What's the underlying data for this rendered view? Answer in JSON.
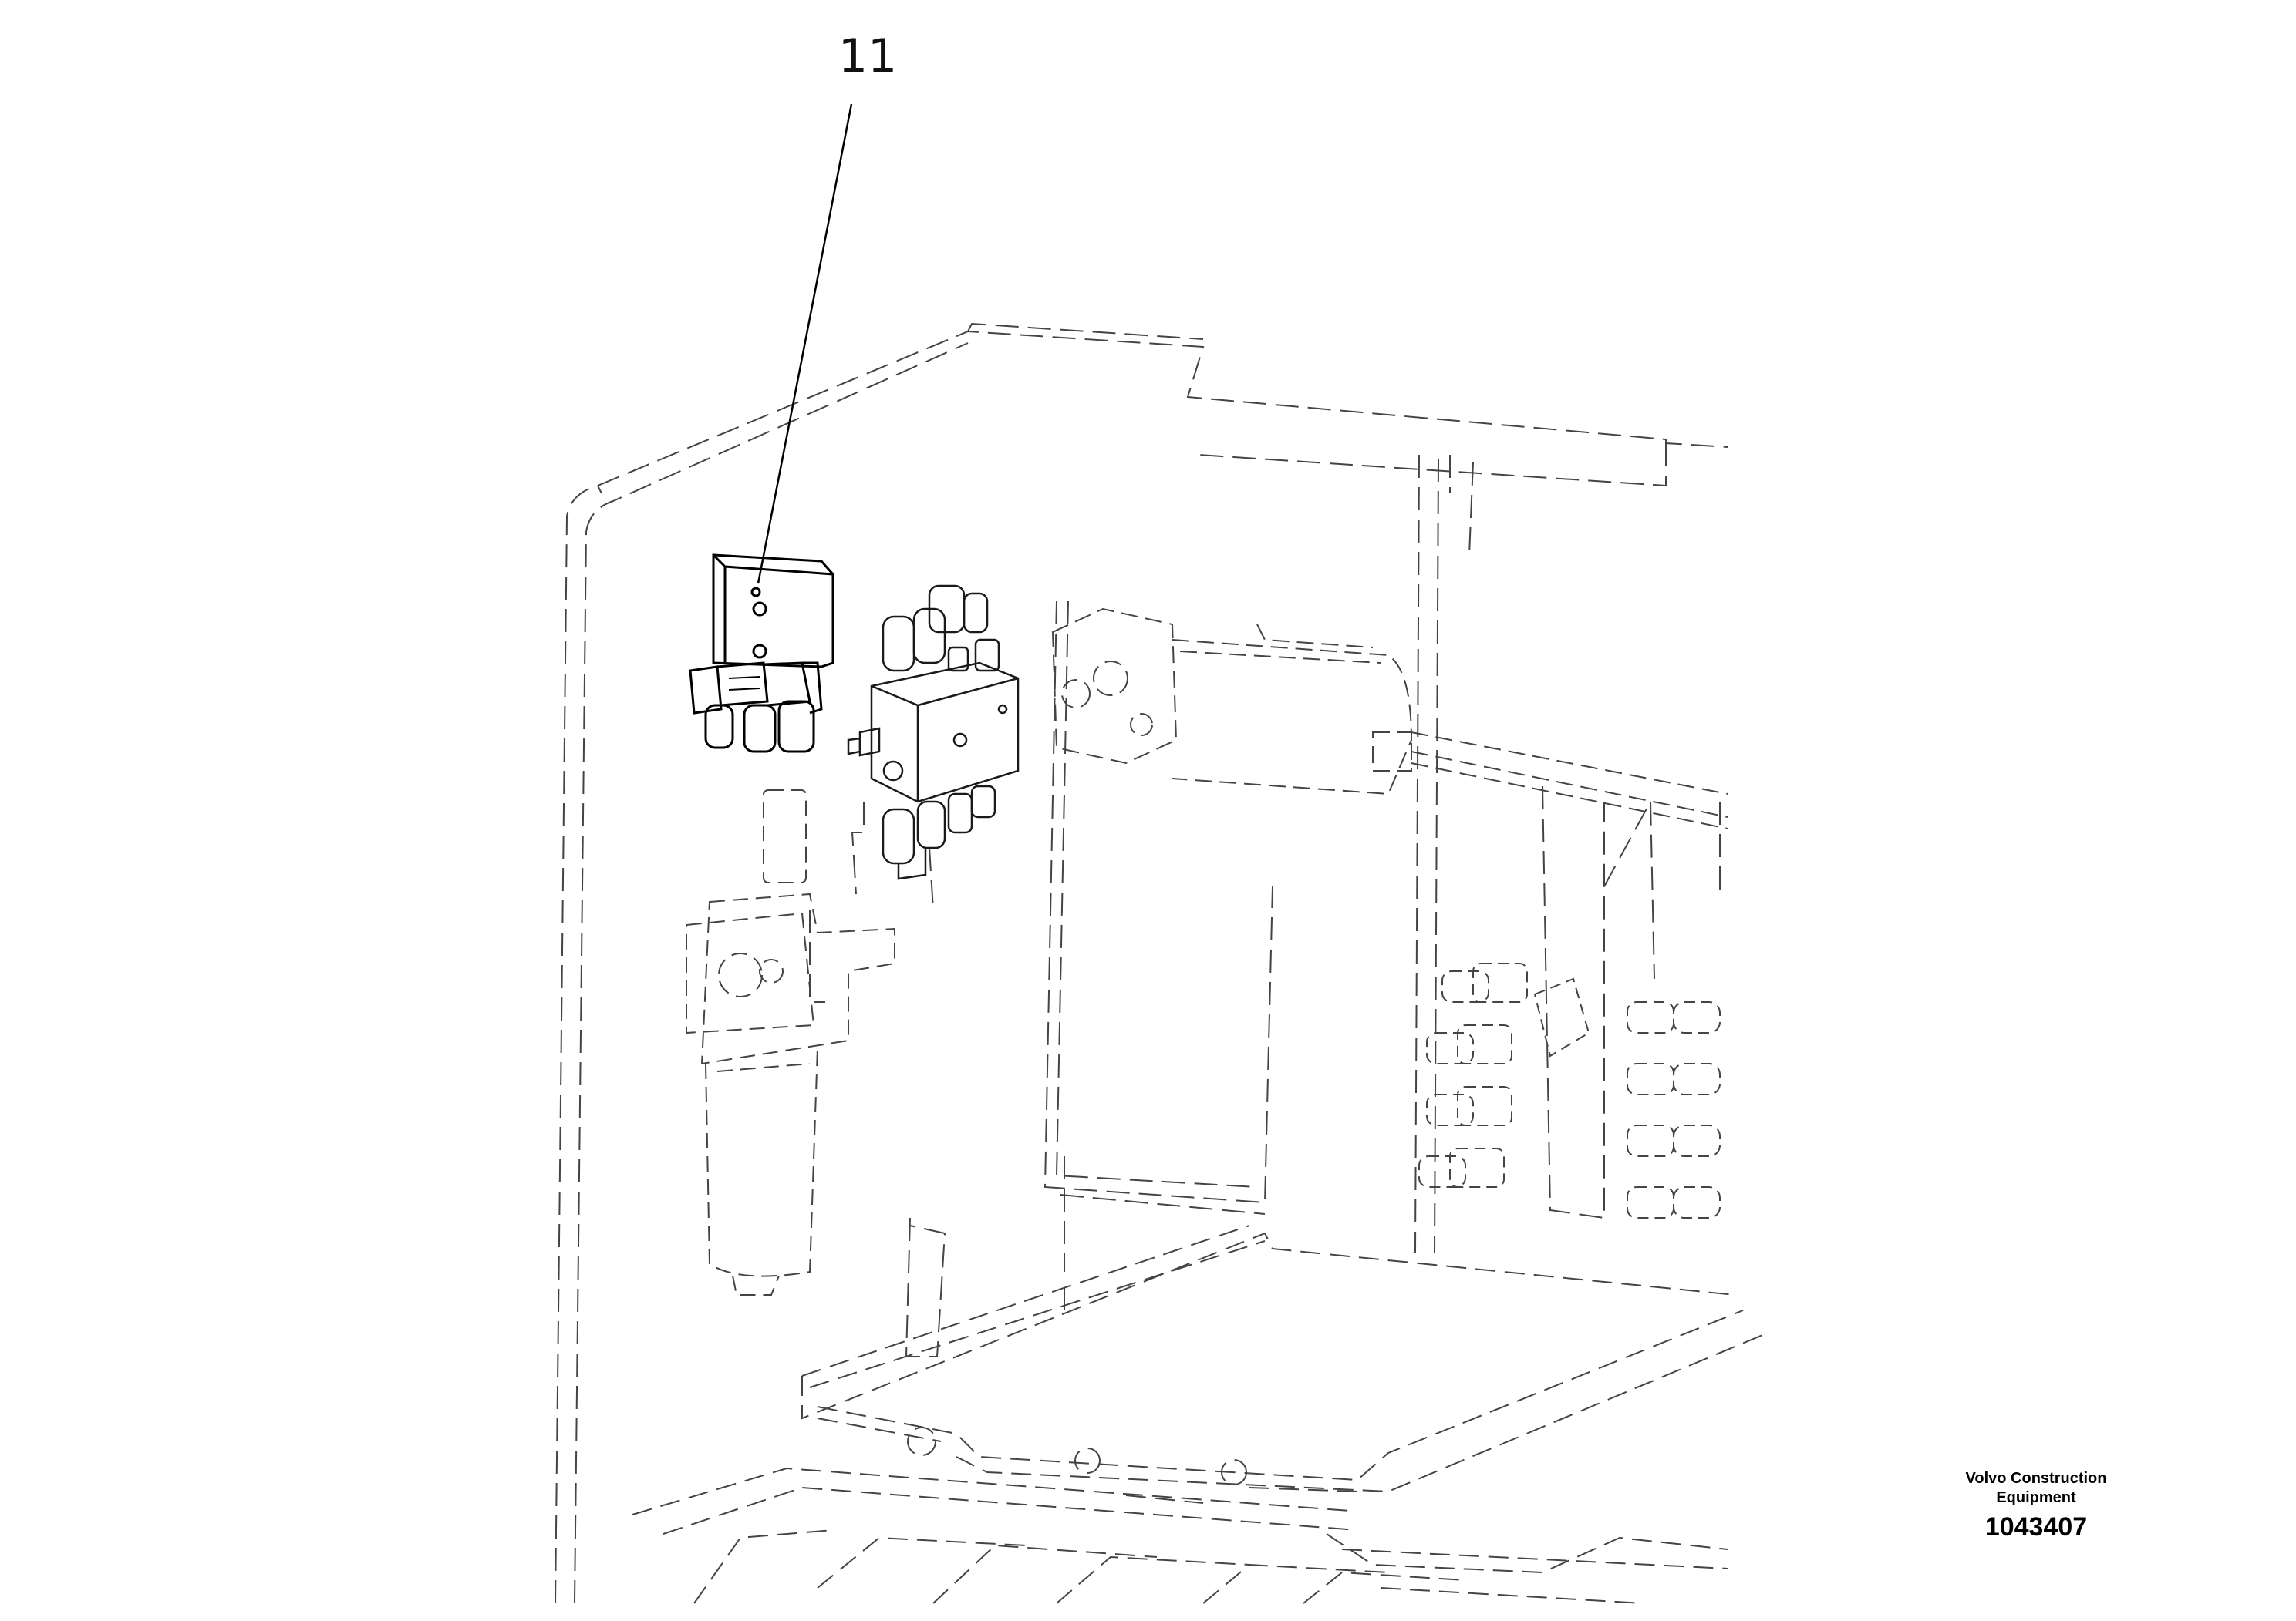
{
  "callout": {
    "number": "11"
  },
  "footer": {
    "brand_line1": "Volvo Construction",
    "brand_line2": "Equipment",
    "drawing_number": "1043407"
  }
}
